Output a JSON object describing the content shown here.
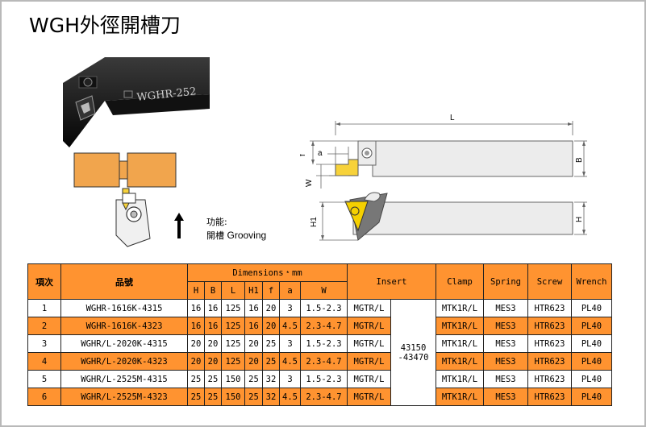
{
  "title": "WGH外徑開槽刀",
  "photo": {
    "marking": "WGHR-252"
  },
  "function_label": "功能:",
  "function_text_cn": "開槽",
  "function_text_en": "Grooving",
  "drawing": {
    "dim_L": "L",
    "dim_B": "B",
    "dim_f": "f",
    "dim_a": "a",
    "dim_W": "W",
    "dim_H1": "H1",
    "dim_H": "H"
  },
  "table": {
    "headers": {
      "item": "項次",
      "part": "品號",
      "dimensions": "Dimensions﹡mm",
      "insert": "Insert",
      "clamp": "Clamp",
      "spring": "Spring",
      "screw": "Screw",
      "wrench": "Wrench"
    },
    "dim_headers": [
      "H",
      "B",
      "L",
      "H1",
      "f",
      "a",
      "W"
    ],
    "insert_code": [
      "43150",
      "-43470"
    ],
    "rows": [
      {
        "item": "1",
        "part": "WGHR-1616K-4315",
        "H": "16",
        "B": "16",
        "L": "125",
        "H1": "16",
        "f": "20",
        "a": "3",
        "W": "1.5-2.3",
        "insert": "MGTR/L",
        "clamp": "MTK1R/L",
        "spring": "MES3",
        "screw": "HTR623",
        "wrench": "PL40"
      },
      {
        "item": "2",
        "part": "WGHR-1616K-4323",
        "H": "16",
        "B": "16",
        "L": "125",
        "H1": "16",
        "f": "20",
        "a": "4.5",
        "W": "2.3-4.7",
        "insert": "MGTR/L",
        "clamp": "MTK1R/L",
        "spring": "MES3",
        "screw": "HTR623",
        "wrench": "PL40"
      },
      {
        "item": "3",
        "part": "WGHR/L-2020K-4315",
        "H": "20",
        "B": "20",
        "L": "125",
        "H1": "20",
        "f": "25",
        "a": "3",
        "W": "1.5-2.3",
        "insert": "MGTR/L",
        "clamp": "MTK1R/L",
        "spring": "MES3",
        "screw": "HTR623",
        "wrench": "PL40"
      },
      {
        "item": "4",
        "part": "WGHR/L-2020K-4323",
        "H": "20",
        "B": "20",
        "L": "125",
        "H1": "20",
        "f": "25",
        "a": "4.5",
        "W": "2.3-4.7",
        "insert": "MGTR/L",
        "clamp": "MTK1R/L",
        "spring": "MES3",
        "screw": "HTR623",
        "wrench": "PL40"
      },
      {
        "item": "5",
        "part": "WGHR/L-2525M-4315",
        "H": "25",
        "B": "25",
        "L": "150",
        "H1": "25",
        "f": "32",
        "a": "3",
        "W": "1.5-2.3",
        "insert": "MGTR/L",
        "clamp": "MTK1R/L",
        "spring": "MES3",
        "screw": "HTR623",
        "wrench": "PL40"
      },
      {
        "item": "6",
        "part": "WGHR/L-2525M-4323",
        "H": "25",
        "B": "25",
        "L": "150",
        "H1": "25",
        "f": "32",
        "a": "4.5",
        "W": "2.3-4.7",
        "insert": "MGTR/L",
        "clamp": "MTK1R/L",
        "spring": "MES3",
        "screw": "HTR623",
        "wrench": "PL40"
      }
    ]
  }
}
